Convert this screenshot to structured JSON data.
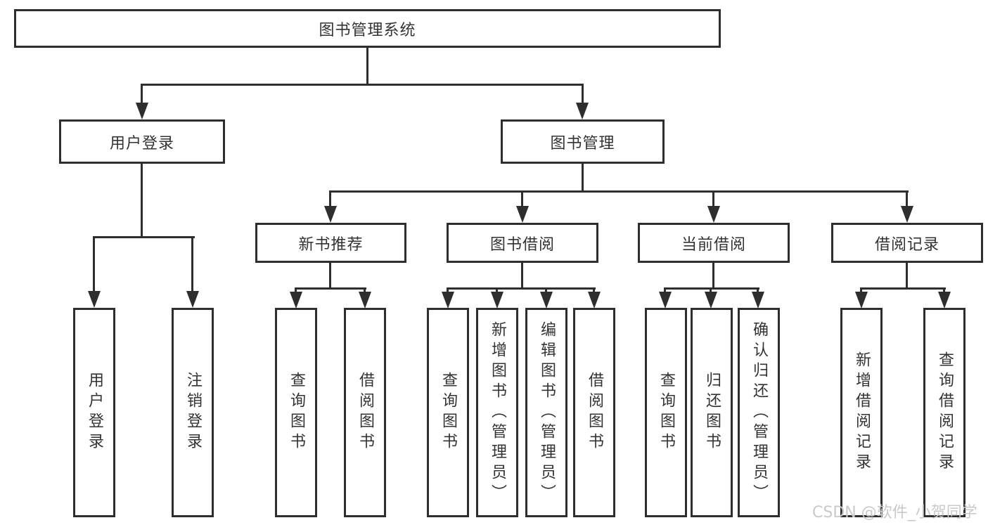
{
  "colors": {
    "line": "#2e2e2e",
    "text": "#333333",
    "box_background": "#ffffff",
    "watermark": "#c9c9c9"
  },
  "watermark": {
    "text": "CSDN @软件_小贺同学"
  },
  "tree": {
    "root": {
      "label": "图书管理系统"
    },
    "branches": [
      {
        "label": "用户登录",
        "children": [
          {
            "label": "用户登录"
          },
          {
            "label": "注销登录"
          }
        ]
      },
      {
        "label": "图书管理",
        "children": [
          {
            "label": "新书推荐",
            "children": [
              {
                "label": "查询图书"
              },
              {
                "label": "借阅图书"
              }
            ]
          },
          {
            "label": "图书借阅",
            "children": [
              {
                "label": "查询图书"
              },
              {
                "label": "新增图书（管理员）"
              },
              {
                "label": "编辑图书（管理员）"
              },
              {
                "label": "借阅图书"
              }
            ]
          },
          {
            "label": "当前借阅",
            "children": [
              {
                "label": "查询图书"
              },
              {
                "label": "归还图书"
              },
              {
                "label": "确认归还（管理员）"
              }
            ]
          },
          {
            "label": "借阅记录",
            "children": [
              {
                "label": "新增借阅记录"
              },
              {
                "label": "查询借阅记录"
              }
            ]
          }
        ]
      }
    ]
  }
}
